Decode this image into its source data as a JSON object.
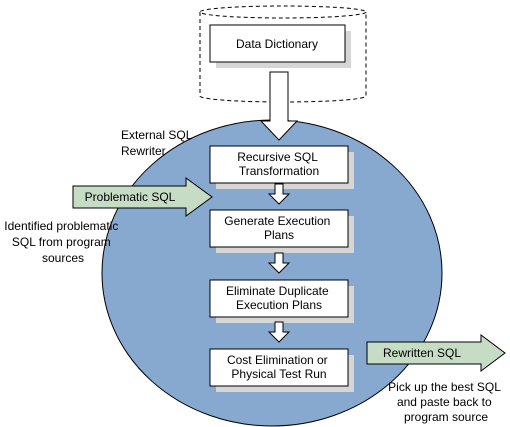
{
  "data_dictionary": {
    "label": "Data Dictionary"
  },
  "rewriter": {
    "label_lines": [
      "External SQL",
      "Rewriter"
    ]
  },
  "steps": [
    {
      "lines": [
        "Recursive SQL",
        "Transformation"
      ]
    },
    {
      "lines": [
        "Generate Execution",
        "Plans"
      ]
    },
    {
      "lines": [
        "Eliminate Duplicate",
        "Execution Plans"
      ]
    },
    {
      "lines": [
        "Cost Elimination or",
        "Physical Test Run"
      ]
    }
  ],
  "input": {
    "arrow_label": "Problematic SQL",
    "note_lines": [
      "Identified problematic",
      "SQL from program",
      "sources"
    ]
  },
  "output": {
    "arrow_label": "Rewritten SQL",
    "note_lines": [
      "Pick up the best SQL",
      "and paste back to",
      "program source"
    ]
  },
  "colors": {
    "circle_fill": "#87a9cf",
    "arrow_fill": "#c6dcc4",
    "box_shadow": "#d6d6d6",
    "box_fill": "#ffffff",
    "stroke": "#000000"
  }
}
